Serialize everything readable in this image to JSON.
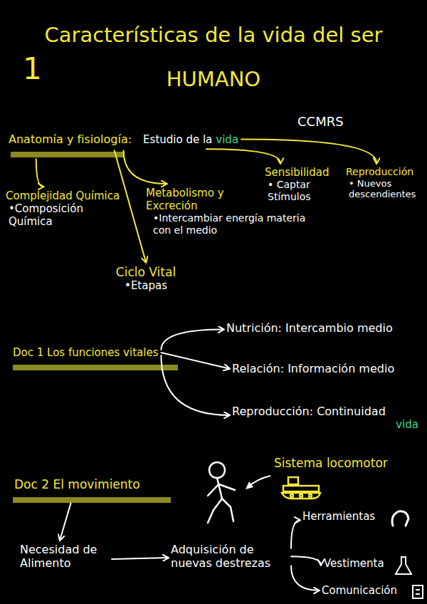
{
  "diagram": {
    "title": "Características de la vida del ser HUMANO",
    "nodes": [
      {
        "text": [
          "Anatomía y fisiología:",
          "Estudio de la",
          "vida"
        ]
      },
      {
        "text": [
          "Complejidad Química",
          "•Composición Química"
        ]
      },
      {
        "text": [
          "Metabolismo y Excreción",
          "•Intercambiar energía materia con el medio"
        ]
      },
      {
        "text": [
          "Ciclo Vital",
          "•Etapas"
        ]
      },
      {
        "text": [
          "Sensibilidad",
          "• Captar Stímulos"
        ]
      },
      {
        "text": [
          "Reproducción",
          "• Nuevos descendientes"
        ]
      },
      {
        "text": [
          "Doc 1 Los funciones vitales"
        ]
      },
      {
        "text": [
          "Nutrición: Intercambio medio"
        ]
      },
      {
        "text": [
          "Relación: Información medio"
        ]
      },
      {
        "text": [
          "Reproducción: Continuidad",
          "vida"
        ]
      },
      {
        "text": [
          "Doc 2 El movimiento"
        ]
      },
      {
        "text": [
          "Sistema locomotor"
        ]
      },
      {
        "text": [
          "Necesidad de Alimento"
        ]
      },
      {
        "text": [
          "Adquisición de nuevas destrezas"
        ]
      },
      {
        "text": [
          "Herramientas"
        ]
      },
      {
        "text": [
          "Vestimenta"
        ]
      },
      {
        "text": [
          "Comunicación"
        ]
      }
    ],
    "edges": [
      {
        "from": 0,
        "to": 1,
        "arrow": "to"
      },
      {
        "from": 0,
        "to": 2,
        "arrow": "to"
      },
      {
        "from": 0,
        "to": 3,
        "arrow": "to"
      },
      {
        "from": 0,
        "to": 4,
        "arrow": "to"
      },
      {
        "from": 0,
        "to": 5,
        "arrow": "to"
      },
      {
        "from": 6,
        "to": 7,
        "arrow": "to"
      },
      {
        "from": 6,
        "to": 8,
        "arrow": "to"
      },
      {
        "from": 6,
        "to": 9,
        "arrow": "to"
      },
      {
        "from": 10,
        "to": 12,
        "arrow": "to"
      },
      {
        "from": 12,
        "to": 13,
        "arrow": "to"
      },
      {
        "from": 13,
        "to": 14,
        "arrow": "to"
      },
      {
        "from": 13,
        "to": 15,
        "arrow": "to"
      },
      {
        "from": 13,
        "to": 16,
        "arrow": "to"
      }
    ],
    "labels": [
      "1",
      "CCMRS"
    ]
  }
}
